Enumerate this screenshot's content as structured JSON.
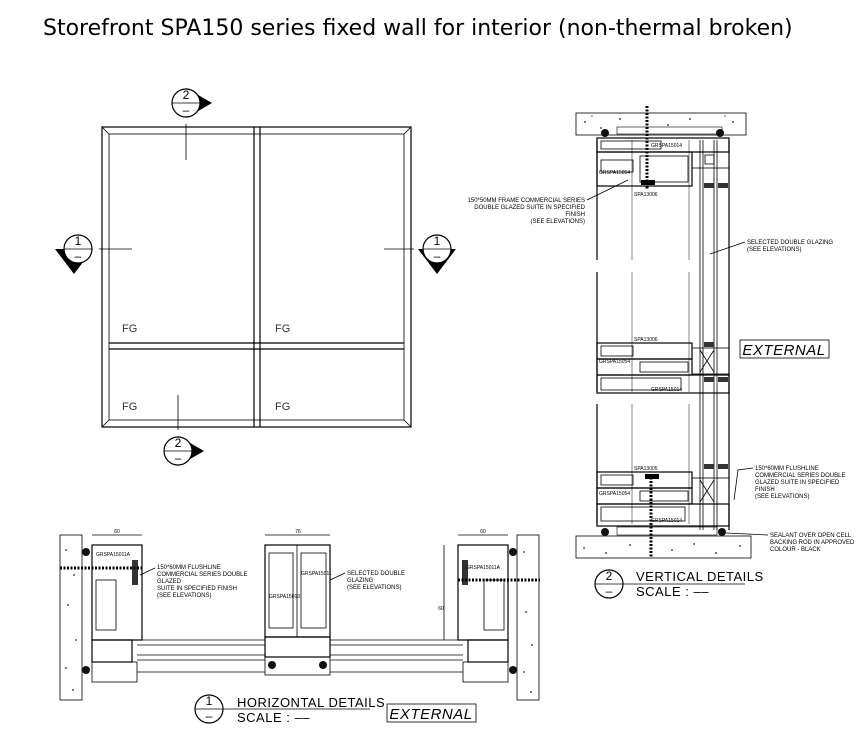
{
  "title": "Storefront SPA150 series fixed wall for interior (non-thermal broken)",
  "elevation": {
    "panel_labels": [
      "FG",
      "FG",
      "FG",
      "FG"
    ],
    "section_markers": {
      "top": {
        "number": "2",
        "sub": "–"
      },
      "bottom": {
        "number": "2",
        "sub": "–"
      },
      "left": {
        "number": "1",
        "sub": "–"
      },
      "right": {
        "number": "1",
        "sub": "–"
      }
    }
  },
  "vertical": {
    "part_labels": {
      "p1": "GRSPA15014",
      "p2": "GRSPA15054",
      "p3": "SPA13006",
      "p4": "SPA13006",
      "p5": "GRSPA15054",
      "p6": "GRSPA15014",
      "p7": "SPA13005",
      "p8": "GRSPA15054",
      "p9": "GRSPA15014"
    },
    "notes": {
      "frame": [
        "150*50MM FRAME COMMERCIAL SERIES",
        "DOUBLE GLAZED SUITE IN SPECIFIED",
        "FINISH",
        "(SEE ELEVATIONS)"
      ],
      "glazing": [
        "SELECTED DOUBLE GLAZING",
        "(SEE ELEVATIONS)"
      ],
      "flushline": [
        "150*60MM FLUSHLINE",
        "COMMERCIAL SERIES DOUBLE",
        "GLAZED SUITE IN SPECIFIED",
        "FINISH",
        "(SEE ELEVATIONS)"
      ],
      "sealant": [
        "SEALANT OVER OPEN CELL",
        "BACKING ROD IN APPROVED",
        "COLOUR - BLACK"
      ]
    },
    "external_label": "EXTERNAL",
    "caption": {
      "number": "2",
      "sub": "–",
      "title": "VERTICAL DETAILS",
      "scale": "SCALE : ––"
    }
  },
  "horizontal": {
    "dims": {
      "left": "60",
      "mid": "76",
      "right": "60",
      "side": "60"
    },
    "part_labels": {
      "p1": "GRSPA15011A",
      "p2": "GRSPA15011",
      "p3": "GRSPA15013",
      "p4": "GRSPA15011A"
    },
    "notes": {
      "flushline": [
        "150*60MM FLUSHLINE",
        "COMMERCIAL SERIES DOUBLE",
        "GLAZED",
        "SUITE IN SPECIFIED FINISH",
        "(SEE ELEVATIONS)"
      ],
      "glazing": [
        "SELECTED DOUBLE",
        "GLAZING",
        "(SEE ELEVATIONS)"
      ]
    },
    "external_label": "EXTERNAL",
    "caption": {
      "number": "1",
      "sub": "–",
      "title": "HORIZONTAL DETAILS",
      "scale": "SCALE : ––"
    }
  }
}
